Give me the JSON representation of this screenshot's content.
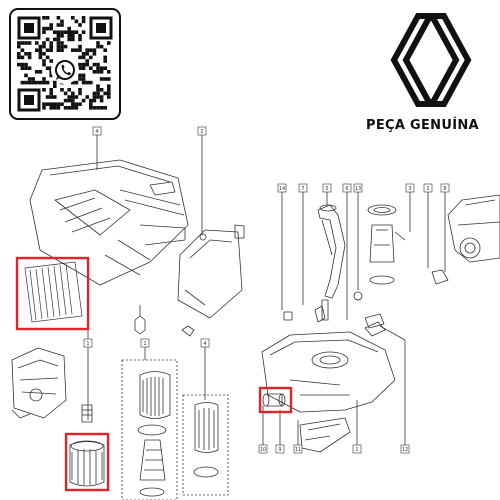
{
  "brand": {
    "tagline": "PEÇA GENUÍNA",
    "logo": "renault-diamond-logo"
  },
  "qr": {
    "icon": "whatsapp-icon"
  },
  "diagram": {
    "callouts": [
      "4",
      "2",
      "14",
      "7",
      "5",
      "6",
      "13",
      "3",
      "2",
      "8",
      "1",
      "12",
      "10",
      "9",
      "11",
      "1",
      "1",
      "4"
    ],
    "highlight_color": "#e0242c",
    "line_color": "#333333"
  }
}
